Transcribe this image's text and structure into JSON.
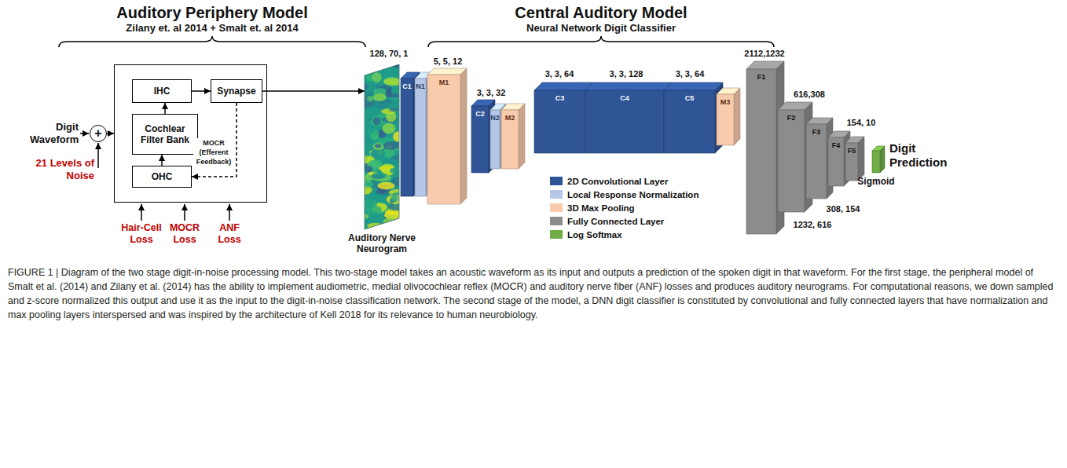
{
  "diagram": {
    "caption": "FIGURE 1 | Diagram of the two stage digit-in-noise processing model. This two-stage model takes an acoustic waveform as its input and outputs a prediction of the spoken digit in that waveform. For the first stage, the peripheral model of Smalt et al. (2014) and Zilany et al. (2014) has the ability to implement audiometric, medial olivocochlear reflex (MOCR) and auditory nerve fiber (ANF) losses and produces auditory neurograms. For computational reasons, we down sampled and z-score normalized this output and use it as the input to the digit-in-noise classification network. The second stage of the model, a DNN digit classifier is constituted by convolutional and fully connected layers that have normalization and max pooling layers interspersed and was inspired by the architecture of Kell 2018 for its relevance to human neurobiology.",
    "nodes": [
      {
        "text": [
          "+"
        ]
      },
      {
        "text": []
      },
      {
        "text": [
          "IHC"
        ],
        "in": 1
      },
      {
        "text": [
          "Synapse"
        ],
        "in": 1
      },
      {
        "text": [
          "Cochlear Filter Bank"
        ],
        "in": 1
      },
      {
        "text": [
          "OHC"
        ],
        "in": 1
      },
      {
        "text": [
          "Auditory Nerve Neurogram"
        ]
      },
      {
        "text": [
          "C1"
        ]
      },
      {
        "text": [
          "N1"
        ]
      },
      {
        "text": [
          "M1"
        ]
      },
      {
        "text": [
          "C2"
        ]
      },
      {
        "text": [
          "N2"
        ]
      },
      {
        "text": [
          "M2"
        ]
      },
      {
        "text": [
          "C3"
        ]
      },
      {
        "text": [
          "C4"
        ]
      },
      {
        "text": [
          "C5"
        ]
      },
      {
        "text": [
          "M3"
        ]
      },
      {
        "text": [
          "F1"
        ]
      },
      {
        "text": [
          "F2"
        ]
      },
      {
        "text": [
          "F3"
        ]
      },
      {
        "text": [
          "F4"
        ]
      },
      {
        "text": [
          "F5"
        ]
      },
      {
        "text": [
          "Sigmoid"
        ]
      }
    ],
    "edges": [
      {
        "from": 0,
        "to": 1,
        "arrow": "to"
      },
      {
        "from": 4,
        "to": 2,
        "arrow": "to"
      },
      {
        "from": 2,
        "to": 3,
        "arrow": "to"
      },
      {
        "from": 5,
        "to": 4,
        "arrow": "to"
      },
      {
        "from": 3,
        "to": 5,
        "arrow": "to",
        "label": "MOCR (Efferent Feedback)"
      },
      {
        "from": 3,
        "to": 6,
        "arrow": "to"
      }
    ],
    "labels": [
      "Auditory Periphery Model",
      "Zilany et. al 2014 + Smalt et. al 2014",
      "Central Auditory Model",
      "Neural Network Digit Classifier",
      "Digit Waveform",
      "21 Levels of Noise",
      "Hair-Cell Loss",
      "MOCR Loss",
      "ANF Loss",
      "128, 70, 1",
      "5, 5, 12",
      "3, 3, 32",
      "3, 3, 64",
      "3, 3, 128",
      "3, 3, 64",
      "2112,1232",
      "616,308",
      "154, 10",
      "308, 154",
      "1232, 616",
      "Digit Prediction"
    ],
    "legend": [
      {
        "text": "2D Convolutional Layer",
        "color": "#2f5597"
      },
      {
        "text": "Local Response Normalization",
        "color": "#b4c7e7"
      },
      {
        "text": "3D Max Pooling",
        "color": "#f8cbad"
      },
      {
        "text": "Fully Connected Layer",
        "color": "#8c8c8c"
      },
      {
        "text": "Log Softmax",
        "color": "#70ad47"
      }
    ]
  }
}
